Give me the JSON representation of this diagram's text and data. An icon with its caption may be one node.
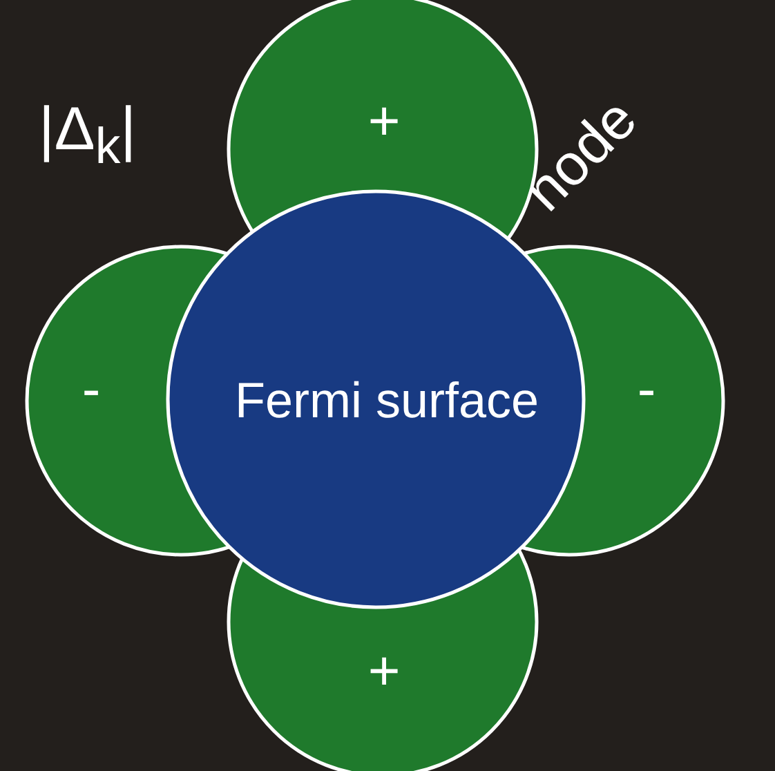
{
  "diagram": {
    "nodes": [
      {
        "text": [
          "+"
        ]
      },
      {
        "text": [
          "-"
        ]
      },
      {
        "text": [
          "Fermi surface"
        ]
      },
      {
        "text": [
          "-"
        ]
      },
      {
        "text": [
          "+"
        ]
      }
    ],
    "labels": [
      "|Δ$_{k}$|",
      "node"
    ]
  }
}
